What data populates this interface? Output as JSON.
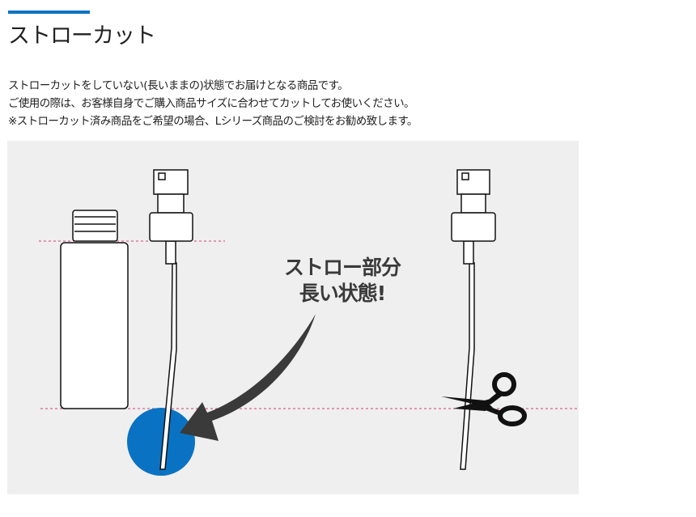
{
  "section": {
    "title": "ストローカット"
  },
  "description": [
    "ストローカットをしていない(長いままの)状態でお届けとなる商品です。",
    "ご使用の際は、お客様自身でご購入商品サイズに合わせてカットしてお使いください。",
    "※ストローカット済み商品をご希望の場合、Lシリーズ商品のご検討をお勧め致します。"
  ],
  "illustration": {
    "callout_line1": "ストロー部分",
    "callout_line2": "長い状態!",
    "accent_color": "#0a72c2",
    "guide_color": "#d0406a"
  }
}
